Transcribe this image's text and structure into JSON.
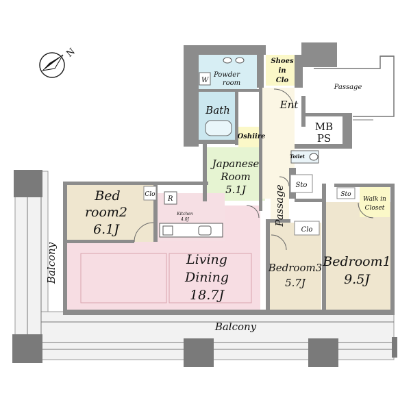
{
  "rooms": {
    "powder_room": {
      "label_lines": [
        "Powder",
        "room"
      ],
      "color": "#d7eef4"
    },
    "shoes_in_clo": {
      "label_lines": [
        "Shoes",
        "in",
        "Clo"
      ],
      "color": "#fbf8c8"
    },
    "w_box": {
      "label": "W"
    },
    "bath": {
      "label": "Bath",
      "color": "#cbe7ef"
    },
    "ent": {
      "label": "Ent"
    },
    "oshiire": {
      "label": "Oshiire",
      "color": "#fbf8c8"
    },
    "japanese_room": {
      "label_lines": [
        "Japanese",
        "Room",
        "5.1J"
      ],
      "color": "#e6f4d2"
    },
    "toilet": {
      "label": "Toilet"
    },
    "sto_center": {
      "label": "Sto"
    },
    "sto_right": {
      "label": "Sto"
    },
    "walk_in_closet": {
      "label_lines": [
        "Walk in",
        "Closet"
      ],
      "color": "#fbf8c8"
    },
    "mb_ps": {
      "label_lines": [
        "MB",
        "PS"
      ]
    },
    "passage_outer": {
      "label": "Passage"
    },
    "passage_inner": {
      "label": "Passage",
      "color": "#fbf6e4"
    },
    "bedroom2": {
      "label_lines": [
        "Bed",
        "room2",
        "6.1J"
      ],
      "color": "#efe6cf"
    },
    "clo_bedroom2": {
      "label": "Clo"
    },
    "refrigerator": {
      "label": "R"
    },
    "kitchen": {
      "label_lines": [
        "Kitchen",
        "4.0J"
      ],
      "color": "#f6dfe4"
    },
    "living_dining": {
      "label_lines": [
        "Living",
        "Dining",
        "18.7J"
      ],
      "color": "#f7dde3"
    },
    "clo_bedroom3": {
      "label": "Clo"
    },
    "bedroom3": {
      "label_lines": [
        "Bedroom3",
        "5.7J"
      ],
      "color": "#efe6cf"
    },
    "bedroom1": {
      "label_lines": [
        "Bedroom1",
        "9.5J"
      ],
      "color": "#efe6cf"
    },
    "balcony_left": {
      "label": "Balcony"
    },
    "balcony_bottom": {
      "label": "Balcony"
    }
  },
  "compass": {
    "label": "N"
  }
}
